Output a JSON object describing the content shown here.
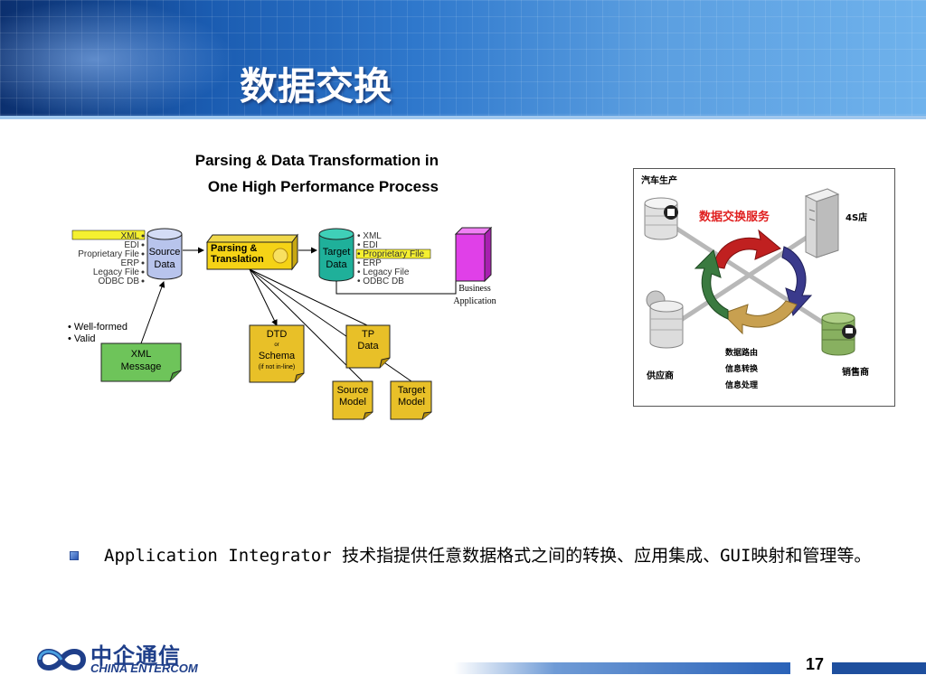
{
  "slide": {
    "title": "数据交换",
    "page_number": "17"
  },
  "left_diagram": {
    "title_line1": "Parsing & Data Transformation in",
    "title_line2": "One High Performance Process",
    "source_formats": [
      "XML",
      "EDI",
      "Proprietary File",
      "ERP",
      "Legacy File",
      "ODBC DB"
    ],
    "source_data": [
      "Source",
      "Data"
    ],
    "parsing": [
      "Parsing &",
      "Translation"
    ],
    "target_data": [
      "Target",
      "Data"
    ],
    "target_formats": [
      "• XML",
      "• EDI",
      "• Proprietary File",
      "• ERP",
      "• Legacy File",
      "• ODBC DB"
    ],
    "business_app": [
      "Business",
      "Application"
    ],
    "validation": [
      "• Well-formed",
      "• Valid"
    ],
    "xml_message": [
      "XML",
      "Message"
    ],
    "dtd": [
      "DTD",
      "or",
      "Schema",
      "(if not in-line)"
    ],
    "tp_data": [
      "TP",
      "Data"
    ],
    "source_model": [
      "Source",
      "Model"
    ],
    "target_model": [
      "Target",
      "Model"
    ],
    "colors": {
      "yellow": "#f5d316",
      "green": "#6ec45a",
      "teal": "#1fb09a",
      "magenta": "#e040e8",
      "lavender": "#b8c4ec",
      "gold": "#e8c028"
    }
  },
  "right_diagram": {
    "car_production": "汽车生产",
    "center_title": "数据交换服务",
    "store_4s": "4S店",
    "supplier": "供应商",
    "dealer": "销售商",
    "functions": [
      "数据路由",
      "信息转换",
      "信息处理"
    ],
    "colors": {
      "title_red": "#e02020",
      "arrow_red": "#c02020",
      "arrow_blue": "#3a3a8c",
      "arrow_green": "#3a7a40",
      "arrow_tan": "#c8a050"
    }
  },
  "body": {
    "text": "Application Integrator 技术指提供任意数据格式之间的转换、应用集成、GUI映射和管理等。"
  },
  "logo": {
    "cn": "中企通信",
    "en": "CHINA ENTERCOM"
  }
}
